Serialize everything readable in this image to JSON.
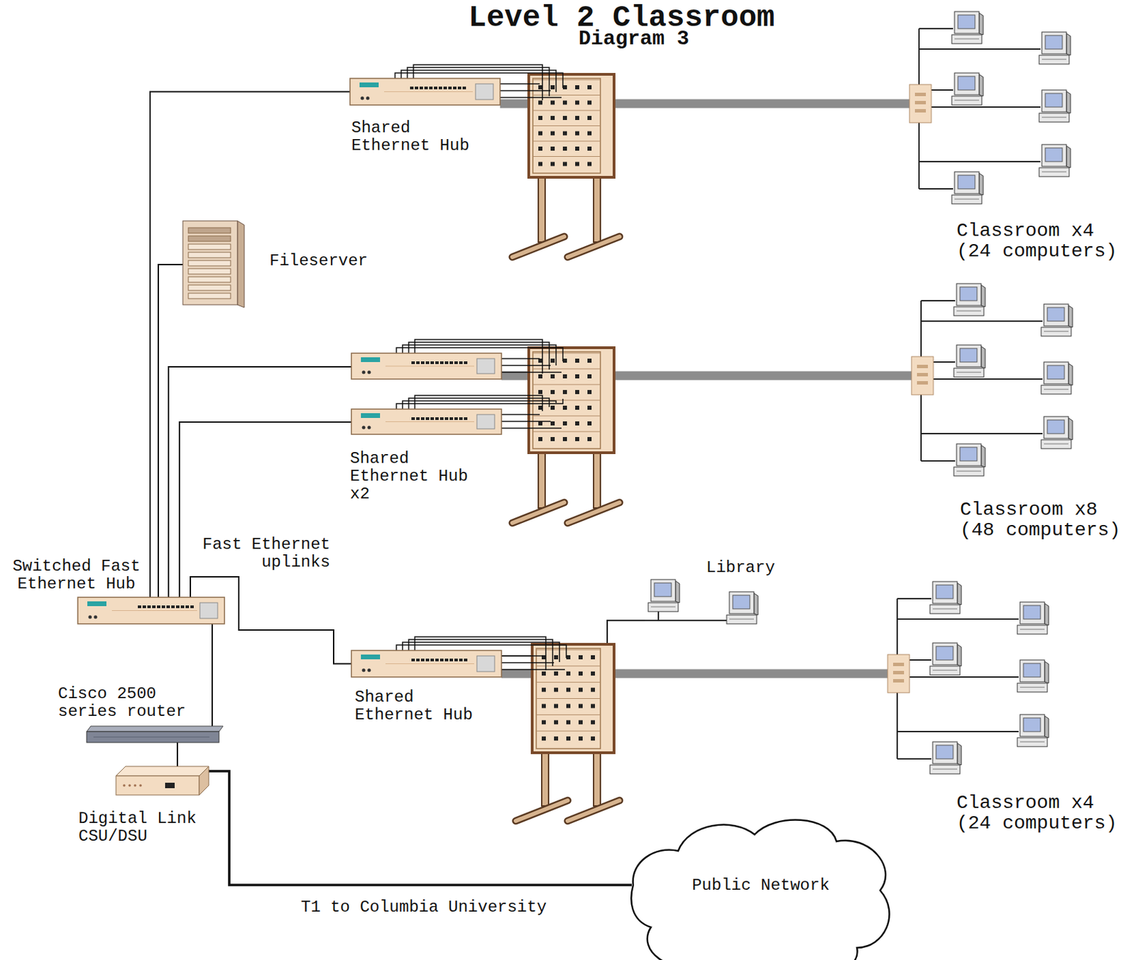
{
  "diagram": {
    "title": "Level 2 Classroom",
    "nodes": [
      {
        "text": [
          "Shared Ethernet Hub"
        ]
      },
      {
        "text": [
          "Classroom x4 (24 computers)"
        ]
      },
      {
        "text": [
          "Fileserver"
        ]
      },
      {
        "text": [
          "Shared Ethernet Hub x2"
        ]
      },
      {
        "text": [
          "Classroom x8 (48 computers)"
        ]
      },
      {
        "text": [
          "Switched Fast Ethernet Hub"
        ]
      },
      {
        "text": [
          "Library"
        ]
      },
      {
        "text": [
          "Shared Ethernet Hub"
        ]
      },
      {
        "text": [
          "Classroom x4 (24 computers)"
        ]
      },
      {
        "text": [
          "Cisco 2500 series router"
        ]
      },
      {
        "text": [
          "Digital Link CSU/DSU"
        ]
      },
      {
        "text": [
          "Public Network"
        ]
      }
    ],
    "edges": [
      {
        "from": 5,
        "to": 0,
        "arrow": "none"
      },
      {
        "from": 5,
        "to": 2,
        "arrow": "none"
      },
      {
        "from": 5,
        "to": 3,
        "arrow": "none"
      },
      {
        "from": 5,
        "to": 3,
        "arrow": "none"
      },
      {
        "from": 5,
        "to": 7,
        "arrow": "none"
      },
      {
        "from": 0,
        "to": 1,
        "arrow": "none"
      },
      {
        "from": 3,
        "to": 4,
        "arrow": "none"
      },
      {
        "from": 7,
        "to": 6,
        "arrow": "none"
      },
      {
        "from": 7,
        "to": 8,
        "arrow": "none"
      },
      {
        "from": 5,
        "to": 9,
        "arrow": "none"
      },
      {
        "from": 9,
        "to": 10,
        "arrow": "none"
      },
      {
        "from": 10,
        "to": 11,
        "label": "T1 to Columbia University",
        "arrow": "none"
      }
    ],
    "labels": [
      "Diagram 3",
      "Fast Ethernet uplinks"
    ]
  }
}
